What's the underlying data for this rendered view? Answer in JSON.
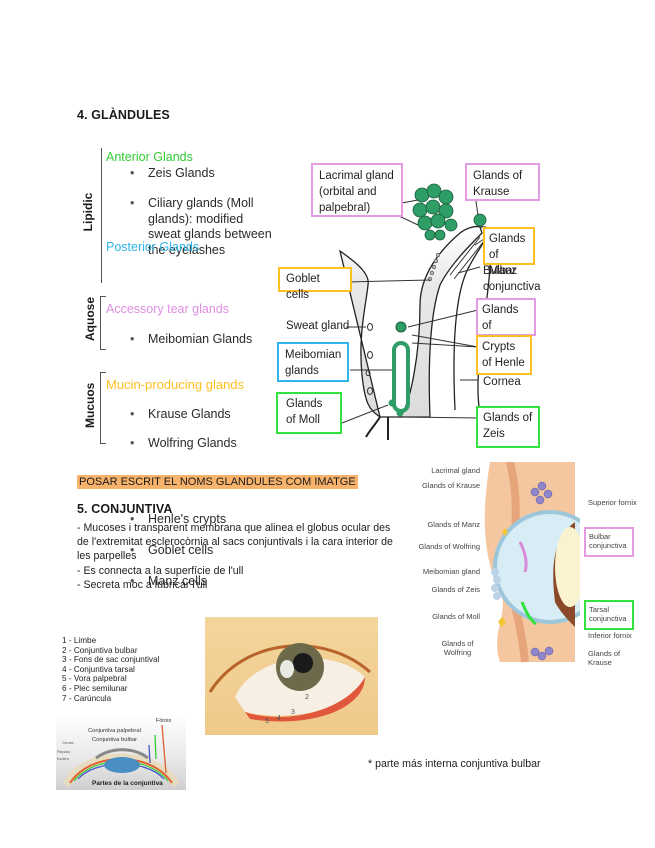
{
  "section4": {
    "title": "4. GLÀNDULES",
    "groups": [
      {
        "label": "Lipidic",
        "categories": [
          {
            "name": "Anterior Glands",
            "color": "#33cc33",
            "items": [
              "Zeis Glands",
              "Ciliary glands (Moll glands): modified  sweat glands between the eyelashes"
            ]
          },
          {
            "name": "Posterior Glands",
            "color": "#2fb6ea",
            "items": [
              "Meibomian Glands"
            ]
          }
        ]
      },
      {
        "label": "Aquose",
        "categories": [
          {
            "name": "Accessory tear glands",
            "color": "#e08ee2",
            "items": [
              "Krause Glands",
              "Wolfring Glands"
            ]
          }
        ]
      },
      {
        "label": "Mucuos",
        "categories": [
          {
            "name": "Mucin-producing glands",
            "color": "#ffbf1f",
            "items": [
              "Henle's crypts",
              "Goblet cells",
              "Manz cells"
            ]
          }
        ]
      }
    ],
    "diagram": {
      "boxes": {
        "lacrimal": "Lacrimal gland (orbital and palpebral)",
        "krause": "Glands of Krause",
        "manz": "Glands of Manz",
        "goblet": "Goblet cells",
        "wolfring": "Glands of Wolfring",
        "henle": "Crypts of Henle",
        "meibomian": "Meibomian glands",
        "moll": "Glands of Moll",
        "zeis": "Glands of Zeis"
      },
      "labels": {
        "sweat": "Sweat gland",
        "bulbar": "Bulbar conjunctiva",
        "cornea": "Cornea"
      }
    }
  },
  "note_highlight": "POSAR ESCRIT EL NOMS GLANDULES COM IMATGE",
  "section5": {
    "title": "5. CONJUNTIVA",
    "lines": [
      "- Mucoses i transparent membrana que alinea el globus ocular des de l'extremitat esclerocòrnia al sacs conjuntivals i la cara interior de les parpelles",
      "- Es connecta a la superfície de l'ull",
      "- Secreta moc a lubricar l'ull"
    ]
  },
  "eye_figure": {
    "left_labels": [
      "Lacrimal gland",
      "Glands of Krause",
      "Glands of Manz",
      "Glands of Wolfring",
      "Meibomian gland",
      "Glands of Zeis",
      "Glands of Moll",
      "Glands of Wolfring"
    ],
    "right_labels": [
      "Superior fornix",
      "Bulbar conjunctiva",
      "Tarsal conjunctiva",
      "Inferior fornix",
      "Glands of Krause"
    ]
  },
  "legend": [
    "1 - Limbe",
    "2 - Conjuntiva bulbar",
    "3 - Fons de sac conjuntival",
    "4 - Conjuntiva tarsal",
    "5 - Vora palpebral",
    "6 - Plec semilunar",
    "7 - Carúncula"
  ],
  "photo_numbers": [
    "2",
    "3",
    "4",
    "5"
  ],
  "parts_figure": {
    "caption": "Partes de la conjuntiva",
    "labels": [
      "Fórnix",
      "Conjuntiva palpebral",
      "Conjuntiva bulbar",
      "Córnea",
      "Párpado",
      "Esclera"
    ]
  },
  "footnote": "* parte más interna conjuntiva bulbar"
}
